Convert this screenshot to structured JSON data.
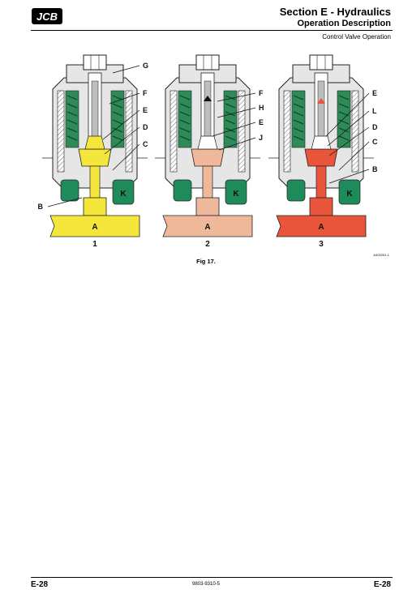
{
  "header": {
    "logo_text": "JCB",
    "section_title": "Section E - Hydraulics",
    "subtitle": "Operation Description",
    "topic": "Control Valve Operation"
  },
  "figure": {
    "caption": "Fig 17.",
    "reference_code": "A402201-1",
    "colors": {
      "metal_light": "#e6e6e6",
      "metal_mid": "#bdbdbd",
      "green_spring": "#2e8b57",
      "green_port": "#1f8a5a",
      "yellow": "#f5e63b",
      "peach": "#efb89a",
      "red": "#e8553a"
    },
    "views": [
      {
        "number": "1",
        "port_label": "A",
        "k_label": "K",
        "callouts": [
          "G",
          "F",
          "E",
          "D",
          "C",
          "B"
        ]
      },
      {
        "number": "2",
        "port_label": "A",
        "k_label": "K",
        "callouts": [
          "F",
          "H",
          "E",
          "J"
        ]
      },
      {
        "number": "3",
        "port_label": "A",
        "k_label": "K",
        "callouts": [
          "E",
          "L",
          "D",
          "C",
          "B"
        ]
      }
    ]
  },
  "footer": {
    "page_left": "E-28",
    "doc_number": "9803-9310-5",
    "page_right": "E-28"
  }
}
